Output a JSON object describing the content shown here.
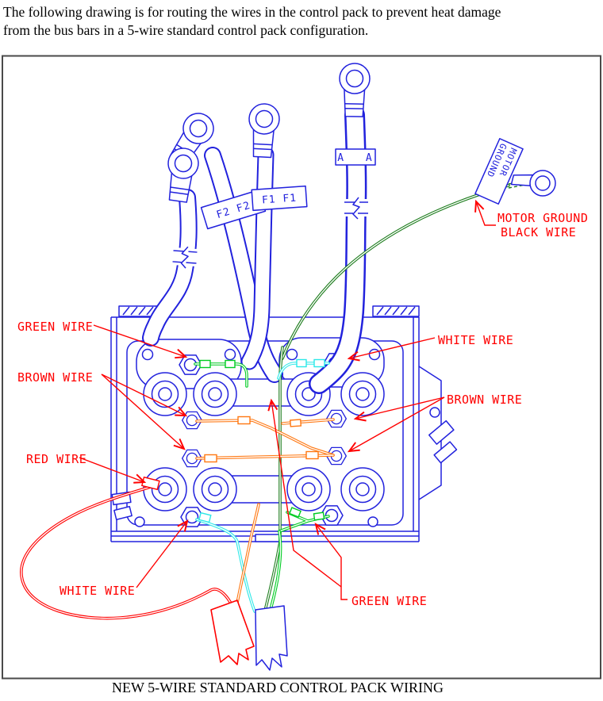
{
  "header": {
    "line1": "The following drawing is for routing the wires in the control pack to prevent heat damage",
    "line2": "from the bus bars in a 5-wire standard control pack configuration."
  },
  "title": "NEW 5-WIRE STANDARD CONTROL PACK WIRING",
  "tags": {
    "f2": "F2 F2",
    "f1": "F1 F1",
    "a": "A A",
    "motor_word1": "MOTOR",
    "motor_word2": "GROUND"
  },
  "labels": {
    "green_left": "GREEN WIRE",
    "brown_left": "BROWN WIRE",
    "red_left": "RED WIRE",
    "white_bottom_left": "WHITE WIRE",
    "white_right": "WHITE WIRE",
    "brown_right": "BROWN WIRE",
    "green_bottom_right": "GREEN WIRE",
    "motor_ground_line1": "MOTOR GROUND",
    "motor_ground_line2": "BLACK WIRE"
  },
  "colors": {
    "diagram_blue": "#2222dd",
    "annotation_red": "#ff0000",
    "wire_green": "#00cc22",
    "wire_cyan": "#2ce8e8",
    "wire_orange": "#ff7711",
    "wire_dark_green": "#1e7d1e",
    "wire_red": "#ff0000"
  }
}
